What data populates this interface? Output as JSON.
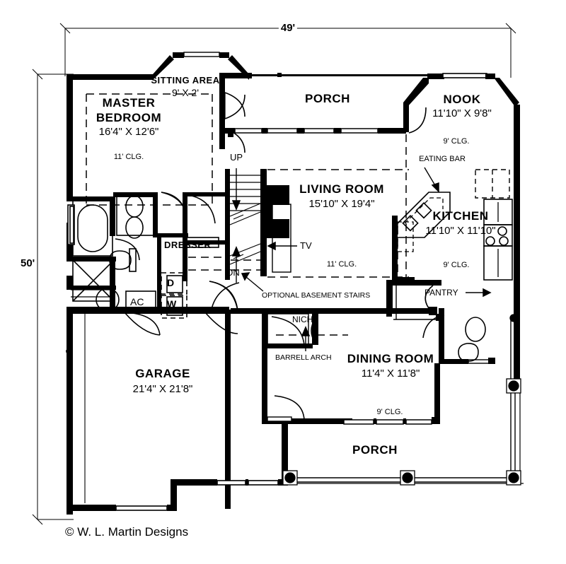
{
  "document": {
    "type": "residential-floor-plan",
    "copyright": "© W. L. Martin Designs"
  },
  "dimensions": {
    "overall_width": "49'",
    "overall_depth": "50'"
  },
  "rooms": [
    {
      "id": "sitting-area",
      "name": "SITTING AREA",
      "size": "9' X 2'",
      "ceiling": ""
    },
    {
      "id": "master-bedroom",
      "name": "MASTER\nBEDROOM",
      "size": "16'4\" X 12'6\"",
      "ceiling": "11' CLG."
    },
    {
      "id": "porch-front",
      "name": "PORCH",
      "size": "",
      "ceiling": ""
    },
    {
      "id": "nook",
      "name": "NOOK",
      "size": "11'10\" X 9'8\"",
      "ceiling": "9' CLG."
    },
    {
      "id": "living-room",
      "name": "LIVING  ROOM",
      "size": "15'10\" X 19'4\"",
      "ceiling": "11' CLG."
    },
    {
      "id": "kitchen",
      "name": "KITCHEN",
      "size": "11'10\" X 11'10\"",
      "ceiling": "9' CLG."
    },
    {
      "id": "dining-room",
      "name": "DINING  ROOM",
      "size": "11'4\" X 11'8\"",
      "ceiling": "9' CLG."
    },
    {
      "id": "garage",
      "name": "GARAGE",
      "size": "21'4\" X 21'8\"",
      "ceiling": ""
    },
    {
      "id": "porch-rear",
      "name": "PORCH",
      "size": "",
      "ceiling": ""
    }
  ],
  "labels": {
    "master_bedroom_line1": "MASTER",
    "master_bedroom_line2": "BEDROOM",
    "master_bedroom_size": "16'4\" X 12'6\"",
    "master_bedroom_clg": "11' CLG.",
    "sitting_area": "SITTING AREA",
    "sitting_area_size": "9' X 2'",
    "porch_front": "PORCH",
    "porch_rear": "PORCH",
    "nook": "NOOK",
    "nook_size": "11'10\" X 9'8\"",
    "nook_clg": "9' CLG.",
    "living_room": "LIVING  ROOM",
    "living_room_size": "15'10\" X 19'4\"",
    "living_room_clg": "11' CLG.",
    "kitchen": "KITCHEN",
    "kitchen_size": "11'10\" X 11'10\"",
    "kitchen_clg": "9' CLG.",
    "dining_room": "DINING  ROOM",
    "dining_room_size": "11'4\" X 11'8\"",
    "dining_room_clg": "9' CLG.",
    "garage": "GARAGE",
    "garage_size": "21'4\" X 21'8\"",
    "eating_bar": "EATING BAR",
    "pantry": "PANTRY",
    "dresser": "DRESSER",
    "niche": "NICHE",
    "barrell_arch": "BARRELL ARCH",
    "optional_basement_stairs": "OPTIONAL BASEMENT STAIRS",
    "tv": "TV",
    "up": "UP",
    "down": "DN",
    "dryer": "D",
    "washer": "W",
    "ac": "AC"
  },
  "colors": {
    "wall": "#000000",
    "background": "#ffffff",
    "line": "#000000"
  }
}
